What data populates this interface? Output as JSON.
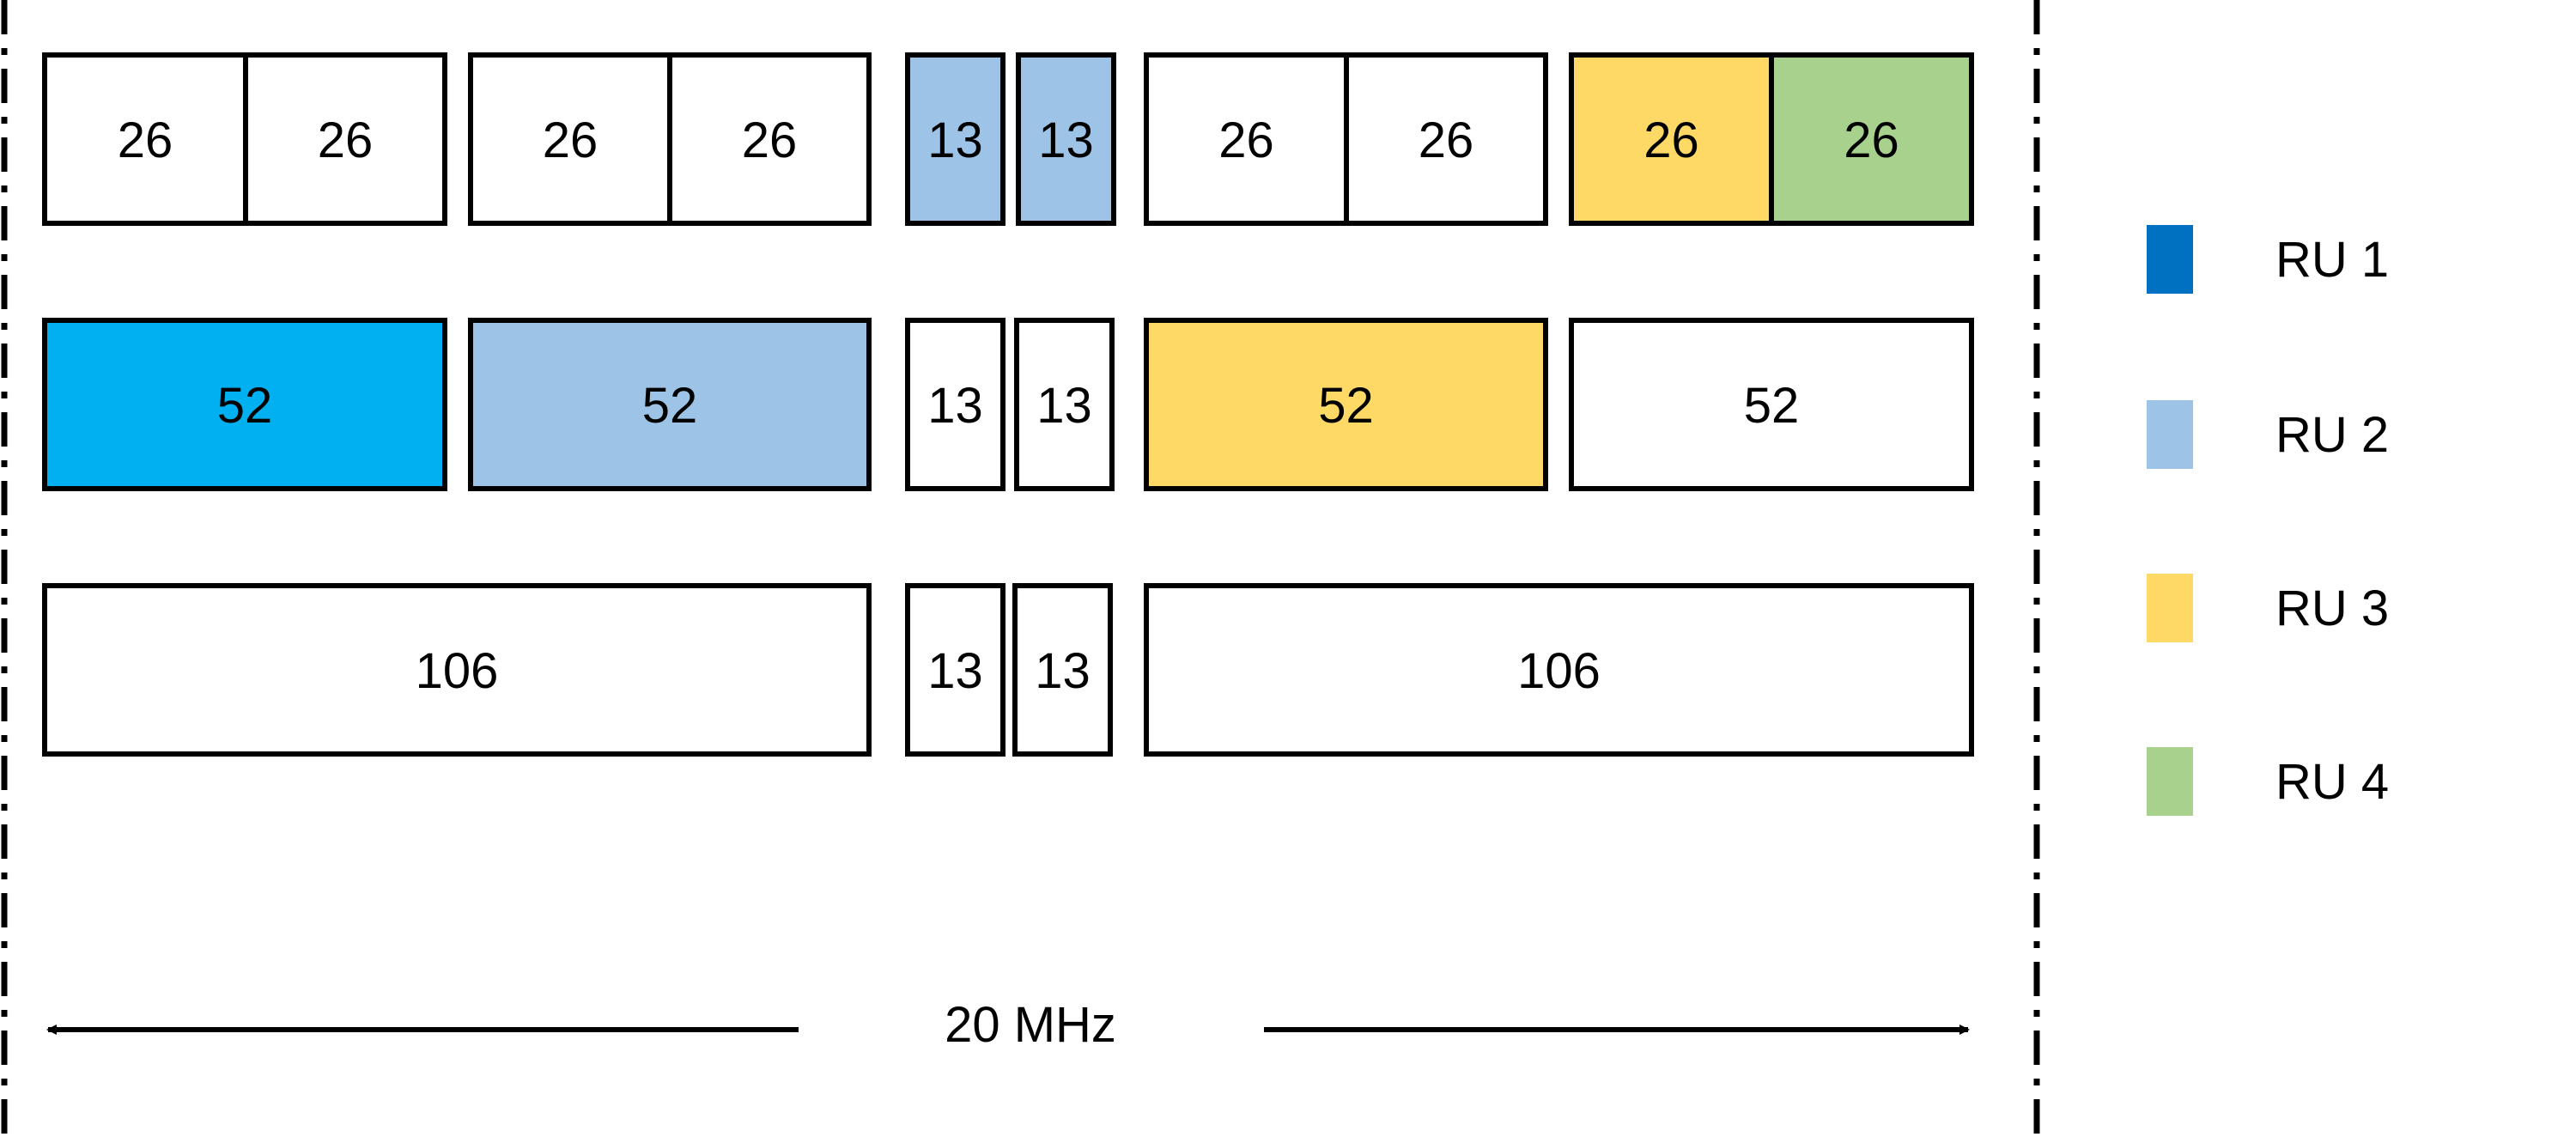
{
  "colors": {
    "ru1": "#0070C0",
    "ru1_box": "#00B0F0",
    "ru2": "#9DC3E6",
    "ru3": "#FFD966",
    "ru4": "#A9D18E",
    "empty": "#FFFFFF",
    "stroke": "#000000"
  },
  "rows": [
    {
      "blocks": [
        {
          "label": "26",
          "fill": "empty"
        },
        {
          "label": "26",
          "fill": "empty"
        },
        {
          "label": "26",
          "fill": "empty"
        },
        {
          "label": "26",
          "fill": "empty"
        },
        {
          "label": "13",
          "fill": "ru2"
        },
        {
          "label": "13",
          "fill": "ru2"
        },
        {
          "label": "26",
          "fill": "empty"
        },
        {
          "label": "26",
          "fill": "empty"
        },
        {
          "label": "26",
          "fill": "ru3"
        },
        {
          "label": "26",
          "fill": "ru4"
        }
      ]
    },
    {
      "blocks": [
        {
          "label": "52",
          "fill": "ru1_box"
        },
        {
          "label": "52",
          "fill": "ru2"
        },
        {
          "label": "13",
          "fill": "empty"
        },
        {
          "label": "13",
          "fill": "empty"
        },
        {
          "label": "52",
          "fill": "ru3"
        },
        {
          "label": "52",
          "fill": "empty"
        }
      ]
    },
    {
      "blocks": [
        {
          "label": "106",
          "fill": "empty"
        },
        {
          "label": "13",
          "fill": "empty"
        },
        {
          "label": "13",
          "fill": "empty"
        },
        {
          "label": "106",
          "fill": "empty"
        }
      ]
    }
  ],
  "bandwidth_label": "20 MHz",
  "legend": [
    {
      "label": "RU 1",
      "color": "ru1"
    },
    {
      "label": "RU 2",
      "color": "ru2"
    },
    {
      "label": "RU 3",
      "color": "ru3"
    },
    {
      "label": "RU 4",
      "color": "ru4"
    }
  ]
}
